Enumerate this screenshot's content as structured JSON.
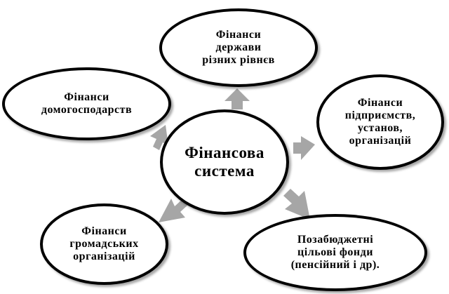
{
  "center": {
    "lines": [
      "Фінансова",
      "система"
    ]
  },
  "nodes": {
    "top": {
      "lines": [
        "Фінанси",
        "держави",
        "різних рівнєв"
      ]
    },
    "left": {
      "lines": [
        "Фінанси",
        "домогосподарств"
      ]
    },
    "right": {
      "lines": [
        "Фінанси",
        "підприємств,",
        "установ,",
        "організацій"
      ]
    },
    "bottom_left": {
      "lines": [
        "Фінанси",
        "громадських",
        "організацій"
      ]
    },
    "bottom_right": {
      "lines": [
        "Позабюджетні",
        "цільові фонди",
        "(пенсійний і др)."
      ]
    }
  },
  "colors": {
    "arrow": "#a6a6a6",
    "border": "#000000"
  }
}
